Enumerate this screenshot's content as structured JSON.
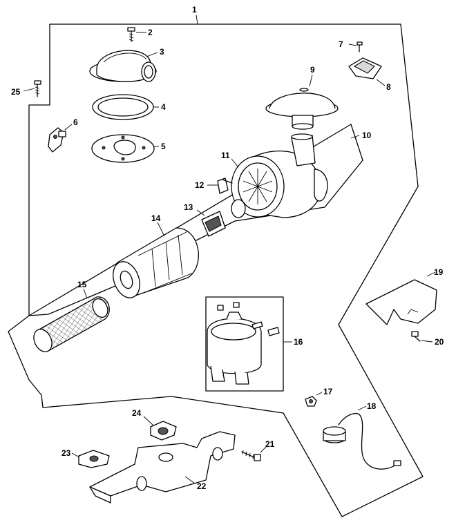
{
  "diagram": {
    "callouts": [
      {
        "id": "c1",
        "text": "1"
      },
      {
        "id": "c2",
        "text": "2"
      },
      {
        "id": "c3",
        "text": "3"
      },
      {
        "id": "c4",
        "text": "4"
      },
      {
        "id": "c5",
        "text": "5"
      },
      {
        "id": "c6",
        "text": "6"
      },
      {
        "id": "c7",
        "text": "7"
      },
      {
        "id": "c8",
        "text": "8"
      },
      {
        "id": "c9",
        "text": "9"
      },
      {
        "id": "c10",
        "text": "10"
      },
      {
        "id": "c11",
        "text": "11"
      },
      {
        "id": "c12",
        "text": "12"
      },
      {
        "id": "c13",
        "text": "13"
      },
      {
        "id": "c14",
        "text": "14"
      },
      {
        "id": "c15",
        "text": "15"
      },
      {
        "id": "c16",
        "text": "16"
      },
      {
        "id": "c17",
        "text": "17"
      },
      {
        "id": "c18",
        "text": "18"
      },
      {
        "id": "c19",
        "text": "19"
      },
      {
        "id": "c20",
        "text": "20"
      },
      {
        "id": "c21",
        "text": "21"
      },
      {
        "id": "c22",
        "text": "22"
      },
      {
        "id": "c23",
        "text": "23"
      },
      {
        "id": "c24",
        "text": "24"
      },
      {
        "id": "c25",
        "text": "25"
      }
    ]
  }
}
